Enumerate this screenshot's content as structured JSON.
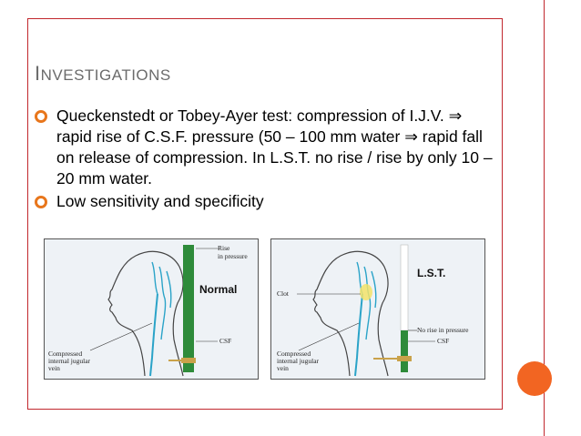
{
  "slide": {
    "title_cap": "I",
    "title_rest": "NVESTIGATIONS",
    "bullets": [
      "Queckenstedt or Tobey-Ayer test: compression of I.J.V. ⇒ rapid rise of C.S.F. pressure (50 – 100 mm water ⇒ rapid fall on release of compression. In L.S.T. no rise / rise by only 10 – 20  mm water.",
      "Low sensitivity and specificity"
    ]
  },
  "figure_left": {
    "label_rise": "Rise",
    "label_in_pressure": "in pressure",
    "label_normal": "Normal",
    "label_csf": "CSF",
    "label_compressed_1": "Compressed",
    "label_compressed_2": "internal jugular",
    "label_compressed_3": "vein"
  },
  "figure_right": {
    "label_lst": "L.S.T.",
    "label_clot": "Clot",
    "label_no_rise": "No rise in pressure",
    "label_csf": "CSF",
    "label_compressed_1": "Compressed",
    "label_compressed_2": "internal jugular",
    "label_compressed_3": "vein"
  },
  "colors": {
    "accent_red": "#c1272d",
    "accent_orange": "#f26522",
    "bullet_orange": "#e8761c",
    "csf_green": "#2e8b3a"
  }
}
